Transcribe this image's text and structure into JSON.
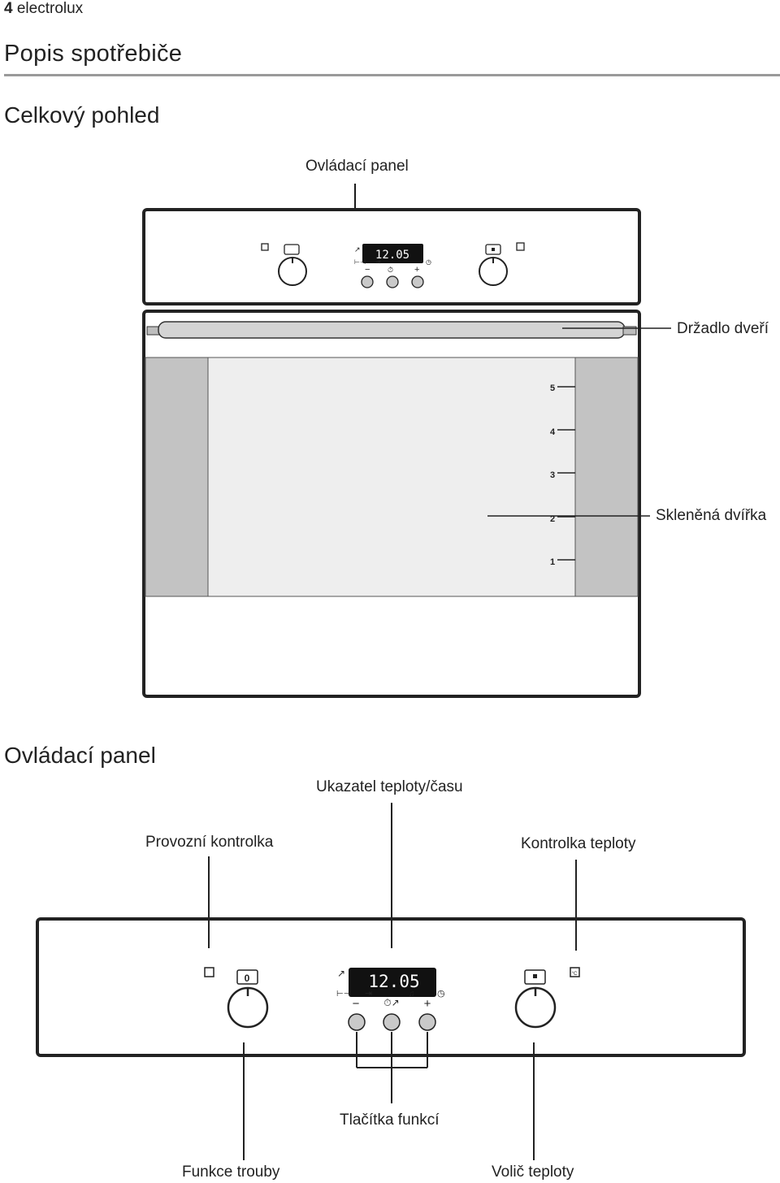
{
  "header": {
    "page_number": "4",
    "brand": "electrolux"
  },
  "page_title": "Popis spotřebiče",
  "section1": {
    "title": "Celkový pohled",
    "labels": {
      "control_panel": "Ovládací panel",
      "door_handle": "Držadlo dveří",
      "glass_door": "Skleněná dvířka"
    },
    "shelf_levels": [
      "5",
      "4",
      "3",
      "2",
      "1"
    ]
  },
  "section2": {
    "title": "Ovládací panel",
    "labels": {
      "display": "Ukazatel teploty/času",
      "power_light": "Provozní kontrolka",
      "temp_light": "Kontrolka teploty",
      "function_buttons": "Tlačítka funkcí",
      "oven_functions": "Funkce trouby",
      "temp_selector": "Volič teploty"
    }
  },
  "display": {
    "time": "12.05",
    "minus": "−",
    "plus": "+",
    "knob_left_marker": "0"
  },
  "icons": [
    "power-light-icon",
    "temp-light-icon",
    "knob-icon",
    "clock-icon",
    "bell-icon",
    "duration-icon",
    "end-time-icon"
  ]
}
